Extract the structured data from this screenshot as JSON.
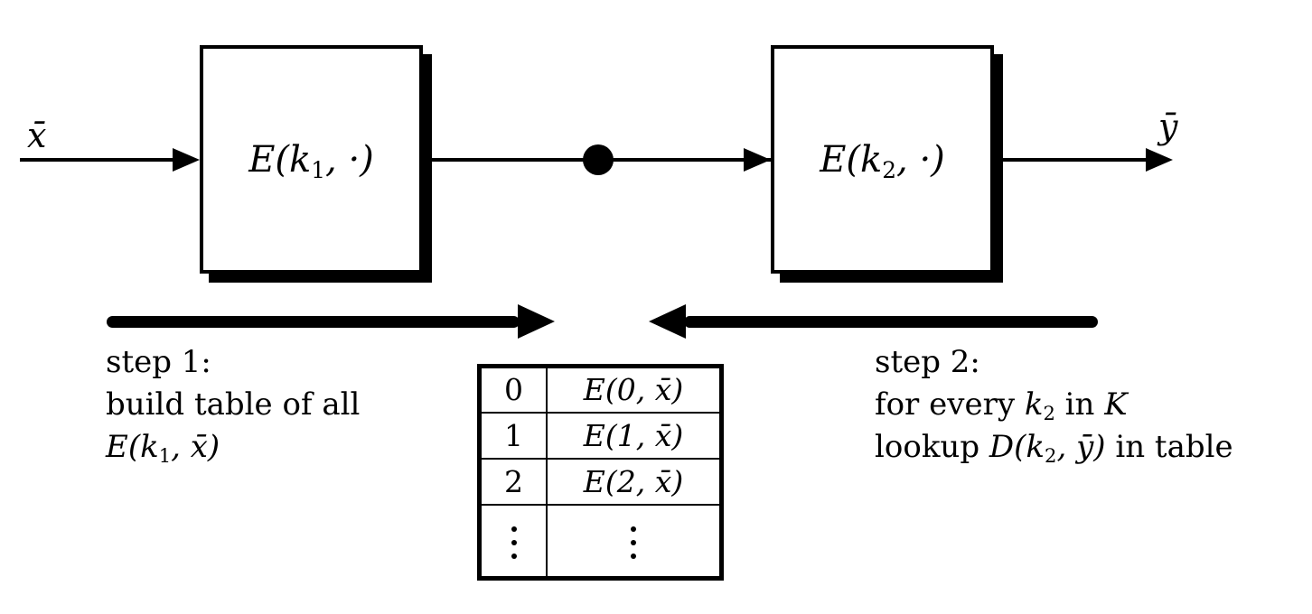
{
  "canvas": {
    "background_color": "#ffffff",
    "ink_color": "#000000"
  },
  "pipeline": {
    "input_label": "x̄",
    "output_label": "ȳ",
    "box1_label_parts": [
      "E(k",
      "1",
      ", ·)"
    ],
    "box2_label_parts": [
      "E(k",
      "2",
      ", ·)"
    ]
  },
  "captions": {
    "step1": {
      "line1": "step 1:",
      "line2": "build table of all",
      "line3_parts": [
        "E(k",
        "1",
        ", x̄)"
      ]
    },
    "step2": {
      "line1": "step 2:",
      "line2_parts": [
        "for every ",
        "k",
        "2",
        " in ",
        "K"
      ],
      "line3_parts": [
        "lookup ",
        "D(k",
        "2",
        ", ȳ)",
        " in table"
      ]
    }
  },
  "table": {
    "rows": [
      {
        "key": "0",
        "value": "E(0, x̄)"
      },
      {
        "key": "1",
        "value": "E(1, x̄)"
      },
      {
        "key": "2",
        "value": "E(2, x̄)"
      },
      {
        "key": "⋮",
        "value": "⋮"
      }
    ]
  }
}
